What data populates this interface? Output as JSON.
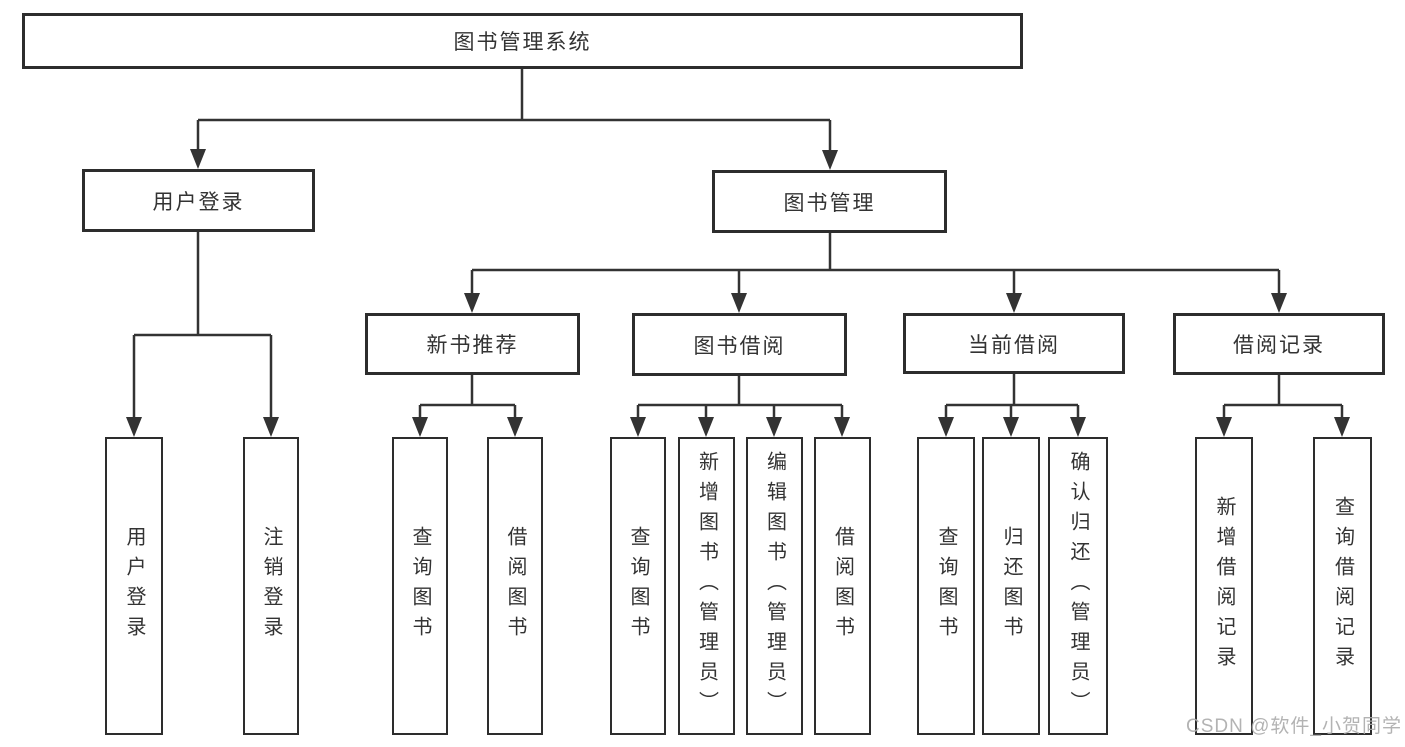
{
  "diagram": {
    "title": "图书管理系统",
    "branches": [
      {
        "label": "用户登录",
        "children": [
          {
            "label": "用户登录"
          },
          {
            "label": "注销登录"
          }
        ]
      },
      {
        "label": "图书管理",
        "children": [
          {
            "label": "新书推荐",
            "children": [
              {
                "label": "查询图书"
              },
              {
                "label": "借阅图书"
              }
            ]
          },
          {
            "label": "图书借阅",
            "children": [
              {
                "label": "查询图书"
              },
              {
                "label": "新增图书（管理员）"
              },
              {
                "label": "编辑图书（管理员）"
              },
              {
                "label": "借阅图书"
              }
            ]
          },
          {
            "label": "当前借阅",
            "children": [
              {
                "label": "查询图书"
              },
              {
                "label": "归还图书"
              },
              {
                "label": "确认归还（管理员）"
              }
            ]
          },
          {
            "label": "借阅记录",
            "children": [
              {
                "label": "新增借阅记录"
              },
              {
                "label": "查询借阅记录"
              }
            ]
          }
        ]
      }
    ]
  },
  "watermark": {
    "text": "CSDN @软件_小贺同学"
  },
  "colors": {
    "background": "#ffffff",
    "box_border": "#2d2d2d",
    "connector_line": "#333333",
    "text": "#333333",
    "watermark": "#ababab"
  }
}
